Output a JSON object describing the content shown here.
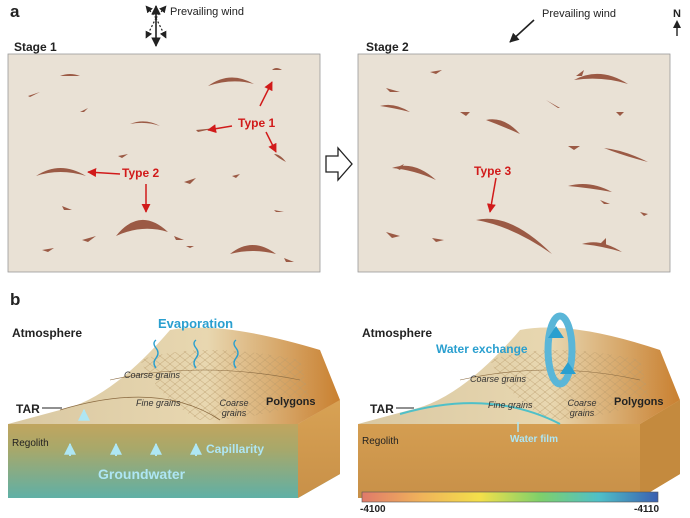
{
  "panel_a": {
    "letter": "a",
    "wind_label_1": "Prevailing wind",
    "wind_label_2": "Prevailing wind",
    "compass": "N",
    "stage1": "Stage 1",
    "stage2": "Stage 2",
    "type1": "Type 1",
    "type2": "Type 2",
    "type3": "Type 3"
  },
  "panel_b": {
    "letter": "b",
    "left": {
      "atmosphere": "Atmosphere",
      "evaporation": "Evaporation",
      "coarse_grains_top": "Coarse grains",
      "fine_grains": "Fine grains",
      "coarse_grains_side": "Coarse grains",
      "polygons": "Polygons",
      "tar": "TAR",
      "regolith": "Regolith",
      "capillarity": "Capillarity",
      "groundwater": "Groundwater"
    },
    "right": {
      "atmosphere": "Atmosphere",
      "water_exchange": "Water exchange",
      "coarse_grains_top": "Coarse grains",
      "fine_grains": "Fine grains",
      "coarse_grains_side": "Coarse grains",
      "polygons": "Polygons",
      "tar": "TAR",
      "regolith": "Regolith",
      "water_film": "Water film"
    },
    "colorbar": {
      "min_label": "-4100",
      "max_label": "-4110",
      "colors": [
        "#e07a6a",
        "#f0b35a",
        "#f3e04a",
        "#7fd06a",
        "#4fc0c8",
        "#3a5fb0"
      ]
    }
  },
  "colors": {
    "panel_bg": "#e9e1d5",
    "dune": "#9b5a45",
    "arrow_red": "#d11a1a",
    "cyan": "#2a9fcf"
  }
}
